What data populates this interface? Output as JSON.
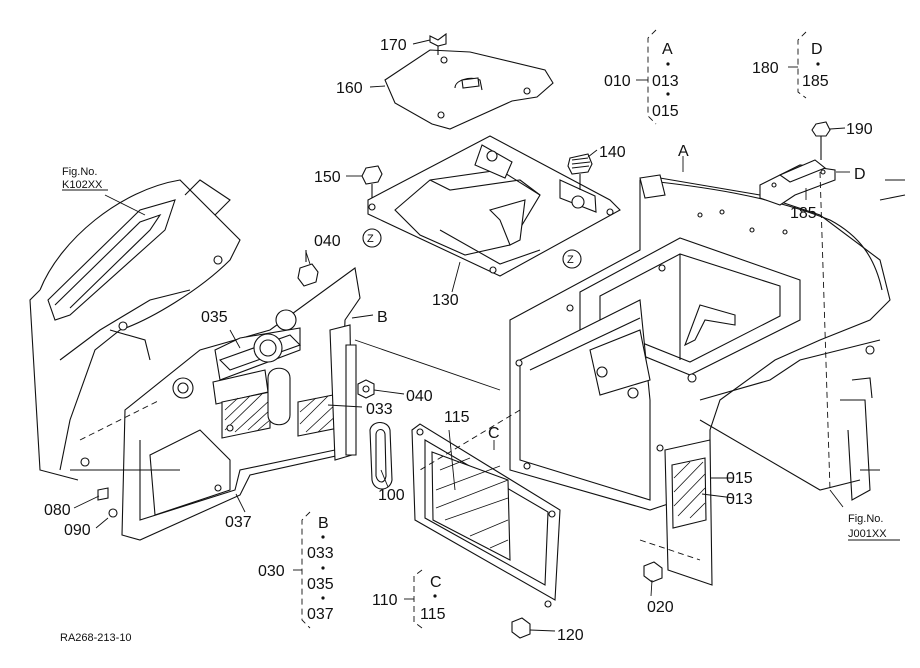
{
  "part_numbers": {
    "p010": "010",
    "p013": "013",
    "p015": "015",
    "p020": "020",
    "p030": "030",
    "p033": "033",
    "p035": "035",
    "p037": "037",
    "p040": "040",
    "p080": "080",
    "p090": "090",
    "p100": "100",
    "p110": "110",
    "p115": "115",
    "p120": "120",
    "p130": "130",
    "p140": "140",
    "p150": "150",
    "p160": "160",
    "p170": "170",
    "p180": "180",
    "p185": "185",
    "p190": "190"
  },
  "ref_letters": {
    "a": "A",
    "b": "B",
    "c": "C",
    "d": "D",
    "z": "Z"
  },
  "fig_refs": {
    "k102": {
      "caption": "Fig.No.",
      "number": "K102XX"
    },
    "j001": {
      "caption": "Fig.No.",
      "number": "J001XX"
    }
  },
  "drawing_id": "RA268-213-10"
}
